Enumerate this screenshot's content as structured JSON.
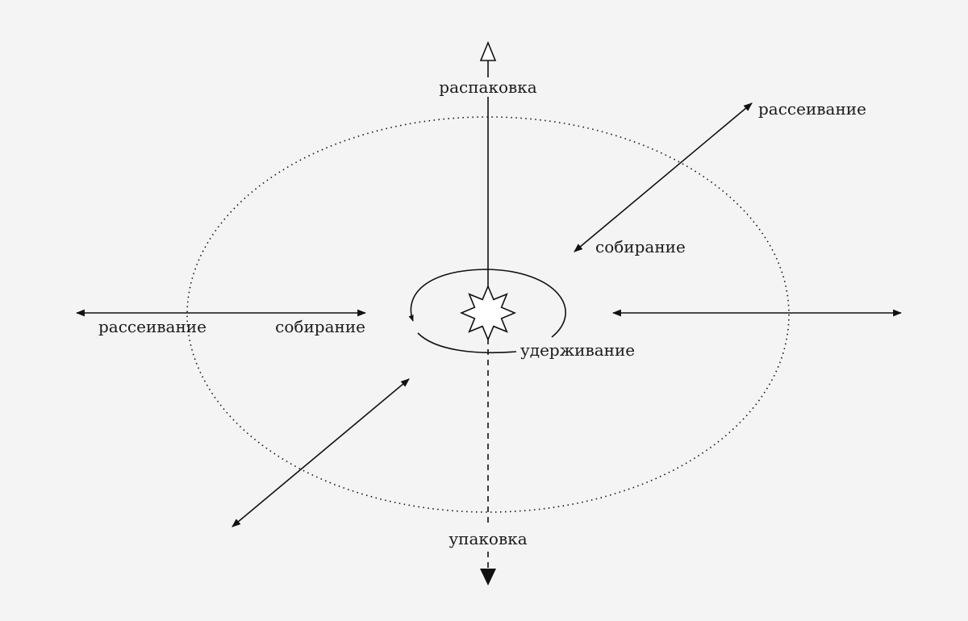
{
  "labels": {
    "top": "распаковка",
    "bottom": "упаковка",
    "center": "удерживание",
    "left_outer": "рассеивание",
    "left_inner": "собирание",
    "ne_outer": "рассеивание",
    "ne_inner": "собирание"
  },
  "colors": {
    "background": "#f4f4f5",
    "ink": "#111111"
  }
}
